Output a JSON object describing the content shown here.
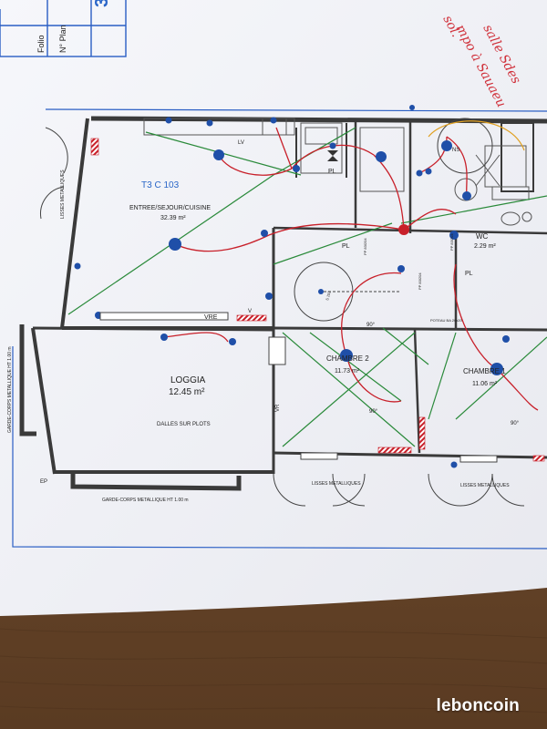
{
  "header": {
    "folio_label": "Folio",
    "plan_label": "N° Plan",
    "sheet_number": "3"
  },
  "handwriting": {
    "line1": "salle Sdes",
    "line2": "mpo à Sauaeu",
    "line3": "sol."
  },
  "apartment": {
    "code": "T3 C 103",
    "main_room_name": "ENTREE/SEJOUR/CUISINE",
    "main_room_area": "32.39 m²"
  },
  "rooms": {
    "loggia_name": "LOGGIA",
    "loggia_area": "12.45 m²",
    "loggia_floor": "DALLES SUR PLOTS",
    "chambre2_name": "CHAMBRE 2",
    "chambre2_area": "11.73 m²",
    "chambre1_name": "CHAMBRE 1",
    "chambre1_area": "11.06 m²",
    "wc_name": "WC",
    "wc_area": "2.29 m²"
  },
  "labels": {
    "lisses_left": "LISSES METALLIQUES",
    "lisses_bottom_1": "LISSES METALLIQUES",
    "lisses_bottom_2": "LISSES METALLIQUES",
    "garde_corps_left": "GARDE-CORPS METALLIQUE HT 1.00 m",
    "garde_corps_bottom": "GARDE-CORPS METALLIQUE HT 1.00 m",
    "vre": "VRE",
    "vr": "VR",
    "v": "V",
    "ep": "EP",
    "pl_1": "PL",
    "pl_2": "PL",
    "pl_3": "PL",
    "lv": "LV",
    "angle_1": "90°",
    "angle_2": "90°",
    "angle_3": "90°",
    "poteau": "POTEAU BA\n20x20",
    "gaine_1": "PP 83/204",
    "gaine_2": "PP 83/204",
    "gaine_3": "PP 83/204",
    "s_label": "S 152",
    "ns": "NS"
  },
  "watermark": "leboncoin",
  "colors": {
    "paper": "#f2f3f7",
    "wood": "#6b4a2e",
    "wall": "#3a3a3a",
    "wire_red": "#c8202a",
    "wire_green": "#2a8a3a",
    "symbol_blue": "#1f4fa8",
    "hand_red": "#d0303a"
  }
}
